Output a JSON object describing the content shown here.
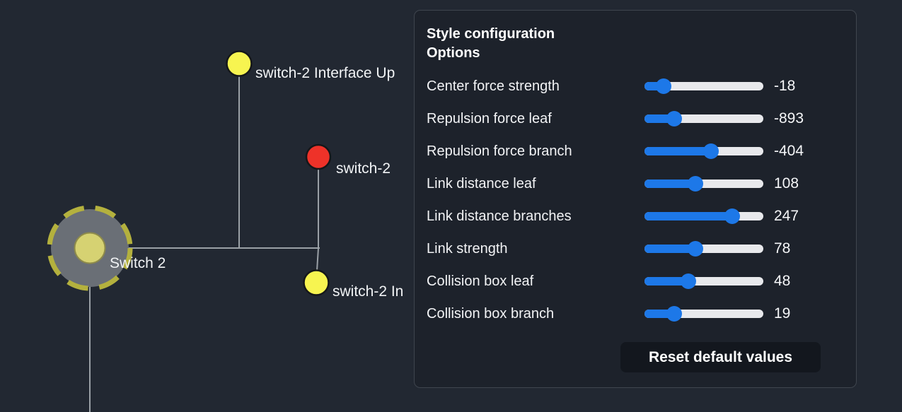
{
  "colors": {
    "page_bg": "#222832",
    "panel_bg": "#1d222b",
    "accent_blue": "#1d78e8",
    "slider_track": "#e8e9ec",
    "edge_gray": "#9aa0a6",
    "node_yellow": "#f7f450",
    "node_red": "#ee3229",
    "branch_inner_yellow": "#d6d272",
    "branch_dashed_ring": "#b4b13e",
    "branch_halo_gray": "#6a6f76"
  },
  "graph": {
    "edge_color": "#9aa0a6",
    "nodes": [
      {
        "id": "switch-2-branch",
        "label": "Switch 2",
        "kind": "branch",
        "color": "#d6d272"
      },
      {
        "id": "switch-2-interface-up",
        "label": "switch-2 Interface Up",
        "kind": "leaf",
        "color": "#f7f450"
      },
      {
        "id": "switch-2-leaf",
        "label": "switch-2",
        "kind": "leaf",
        "color": "#ee3229"
      },
      {
        "id": "switch-2-interface-2",
        "label": "switch-2 In",
        "kind": "leaf",
        "color": "#f7f450"
      }
    ]
  },
  "panel": {
    "title": "Style configuration Options",
    "sliders": [
      {
        "label": "Center force strength",
        "value": "-18",
        "fill_pct": 16
      },
      {
        "label": "Repulsion force leaf",
        "value": "-893",
        "fill_pct": 25
      },
      {
        "label": "Repulsion force branch",
        "value": "-404",
        "fill_pct": 56
      },
      {
        "label": "Link distance leaf",
        "value": "108",
        "fill_pct": 43
      },
      {
        "label": "Link distance branches",
        "value": "247",
        "fill_pct": 74
      },
      {
        "label": "Link strength",
        "value": "78",
        "fill_pct": 43
      },
      {
        "label": "Collision box leaf",
        "value": "48",
        "fill_pct": 37
      },
      {
        "label": "Collision box branch",
        "value": "19",
        "fill_pct": 25
      }
    ],
    "reset_button": "Reset default values"
  }
}
